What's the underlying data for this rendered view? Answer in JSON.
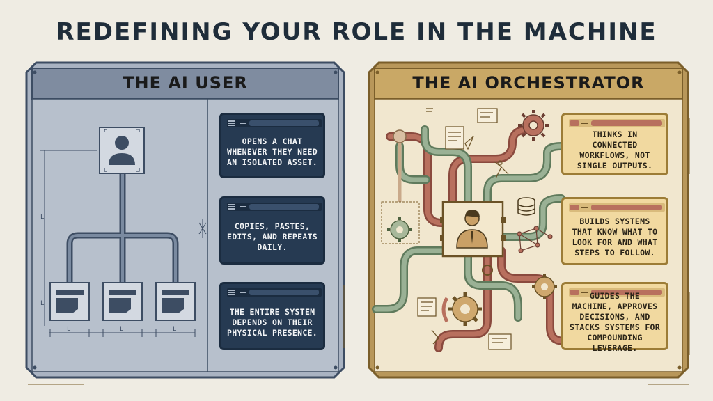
{
  "title": "REDEFINING YOUR ROLE IN THE MACHINE",
  "left_panel": {
    "title": "THE AI USER",
    "cards": [
      "OPENS A CHAT WHENEVER THEY NEED AN ISOLATED ASSET.",
      "COPIES, PASTES, EDITS, AND REPEATS DAILY.",
      "THE ENTIRE SYSTEM DEPENDS ON THEIR PHYSICAL PRESENCE."
    ],
    "dimension_label": "L"
  },
  "right_panel": {
    "title": "THE AI ORCHESTRATOR",
    "cards": [
      "THINKS IN CONNECTED WORKFLOWS, NOT SINGLE OUTPUTS.",
      "BUILDS SYSTEMS THAT KNOW WHAT TO LOOK FOR AND WHAT STEPS TO FOLLOW.",
      "GUIDES THE MACHINE, APPROVES DECISIONS, AND STACKS SYSTEMS FOR COMPOUNDING LEVERAGE."
    ]
  },
  "colors": {
    "background": "#efece3",
    "blue_panel": "#a9b3c2",
    "blue_dark": "#263a52",
    "gold_panel": "#b8975a",
    "gold_card": "#f1d9a0",
    "pipe_red": "#b0685a",
    "pipe_green": "#8fa68a"
  }
}
